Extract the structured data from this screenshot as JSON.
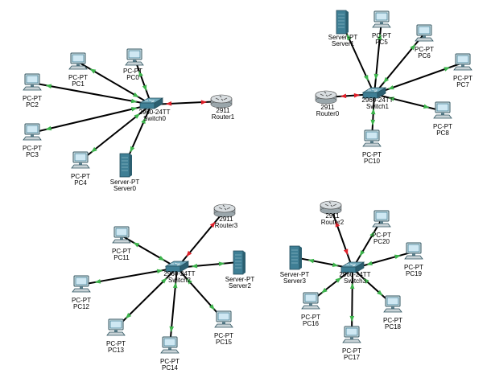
{
  "devices": [
    {
      "id": "pc0",
      "type": "pc",
      "model": "PC-PT",
      "name": "PC0"
    },
    {
      "id": "pc1",
      "type": "pc",
      "model": "PC-PT",
      "name": "PC1"
    },
    {
      "id": "pc2",
      "type": "pc",
      "model": "PC-PT",
      "name": "PC2"
    },
    {
      "id": "pc3",
      "type": "pc",
      "model": "PC-PT",
      "name": "PC3"
    },
    {
      "id": "pc4",
      "type": "pc",
      "model": "PC-PT",
      "name": "PC4"
    },
    {
      "id": "server0",
      "type": "server",
      "model": "Server-PT",
      "name": "Server0"
    },
    {
      "id": "switch0",
      "type": "switch",
      "model": "2960-24TT",
      "name": "Switch0"
    },
    {
      "id": "router1",
      "type": "router",
      "model": "2911",
      "name": "Router1"
    },
    {
      "id": "server1",
      "type": "server",
      "model": "Server-PT",
      "name": "Server1"
    },
    {
      "id": "pc5",
      "type": "pc",
      "model": "PC-PT",
      "name": "PC5"
    },
    {
      "id": "pc6",
      "type": "pc",
      "model": "PC-PT",
      "name": "PC6"
    },
    {
      "id": "pc7",
      "type": "pc",
      "model": "PC-PT",
      "name": "PC7"
    },
    {
      "id": "pc8",
      "type": "pc",
      "model": "PC-PT",
      "name": "PC8"
    },
    {
      "id": "pc10",
      "type": "pc",
      "model": "PC-PT",
      "name": "PC10"
    },
    {
      "id": "router0",
      "type": "router",
      "model": "2911",
      "name": "Router0"
    },
    {
      "id": "switch1",
      "type": "switch",
      "model": "2960-24TT",
      "name": "Switch1"
    },
    {
      "id": "router3",
      "type": "router",
      "model": "2911",
      "name": "Router3"
    },
    {
      "id": "pc11",
      "type": "pc",
      "model": "PC-PT",
      "name": "PC11"
    },
    {
      "id": "pc12",
      "type": "pc",
      "model": "PC-PT",
      "name": "PC12"
    },
    {
      "id": "pc13",
      "type": "pc",
      "model": "PC-PT",
      "name": "PC13"
    },
    {
      "id": "pc14",
      "type": "pc",
      "model": "PC-PT",
      "name": "PC14"
    },
    {
      "id": "pc15",
      "type": "pc",
      "model": "PC-PT",
      "name": "PC15"
    },
    {
      "id": "server2",
      "type": "server",
      "model": "Server-PT",
      "name": "Server2"
    },
    {
      "id": "switch2",
      "type": "switch",
      "model": "2960-24TT",
      "name": "Switch2"
    },
    {
      "id": "router2",
      "type": "router",
      "model": "2911",
      "name": "Router2"
    },
    {
      "id": "pc20",
      "type": "pc",
      "model": "PC-PT",
      "name": "PC20"
    },
    {
      "id": "pc19",
      "type": "pc",
      "model": "PC-PT",
      "name": "PC19"
    },
    {
      "id": "pc18",
      "type": "pc",
      "model": "PC-PT",
      "name": "PC18"
    },
    {
      "id": "pc17",
      "type": "pc",
      "model": "PC-PT",
      "name": "PC17"
    },
    {
      "id": "pc16",
      "type": "pc",
      "model": "PC-PT",
      "name": "PC16"
    },
    {
      "id": "server3",
      "type": "server",
      "model": "Server-PT",
      "name": "Server3"
    },
    {
      "id": "switch3",
      "type": "switch",
      "model": "2960-24TT",
      "name": "Switch3"
    }
  ],
  "links": [
    {
      "a": "switch0",
      "b": "pc0",
      "status": "up"
    },
    {
      "a": "switch0",
      "b": "pc1",
      "status": "up"
    },
    {
      "a": "switch0",
      "b": "pc2",
      "status": "up"
    },
    {
      "a": "switch0",
      "b": "pc3",
      "status": "up"
    },
    {
      "a": "switch0",
      "b": "pc4",
      "status": "up"
    },
    {
      "a": "switch0",
      "b": "server0",
      "status": "up"
    },
    {
      "a": "switch0",
      "b": "router1",
      "status": "down"
    },
    {
      "a": "switch1",
      "b": "server1",
      "status": "up"
    },
    {
      "a": "switch1",
      "b": "pc5",
      "status": "up"
    },
    {
      "a": "switch1",
      "b": "pc6",
      "status": "up"
    },
    {
      "a": "switch1",
      "b": "pc7",
      "status": "up"
    },
    {
      "a": "switch1",
      "b": "pc8",
      "status": "up"
    },
    {
      "a": "switch1",
      "b": "pc10",
      "status": "up"
    },
    {
      "a": "switch1",
      "b": "router0",
      "status": "down"
    },
    {
      "a": "switch2",
      "b": "router3",
      "status": "down"
    },
    {
      "a": "switch2",
      "b": "pc11",
      "status": "up"
    },
    {
      "a": "switch2",
      "b": "pc12",
      "status": "up"
    },
    {
      "a": "switch2",
      "b": "pc13",
      "status": "up"
    },
    {
      "a": "switch2",
      "b": "pc14",
      "status": "up"
    },
    {
      "a": "switch2",
      "b": "pc15",
      "status": "up"
    },
    {
      "a": "switch2",
      "b": "server2",
      "status": "up"
    },
    {
      "a": "switch3",
      "b": "router2",
      "status": "down"
    },
    {
      "a": "switch3",
      "b": "pc20",
      "status": "up"
    },
    {
      "a": "switch3",
      "b": "pc19",
      "status": "up"
    },
    {
      "a": "switch3",
      "b": "pc18",
      "status": "up"
    },
    {
      "a": "switch3",
      "b": "pc17",
      "status": "up"
    },
    {
      "a": "switch3",
      "b": "pc16",
      "status": "up"
    },
    {
      "a": "switch3",
      "b": "server3",
      "status": "up"
    }
  ],
  "colors": {
    "link": "#000000",
    "link_up": "#3cb44b",
    "link_down": "#e0202a",
    "pc_screen": "#cfe8f3",
    "device_blue": "#3f7f95",
    "router_body": "#d8dde0"
  }
}
